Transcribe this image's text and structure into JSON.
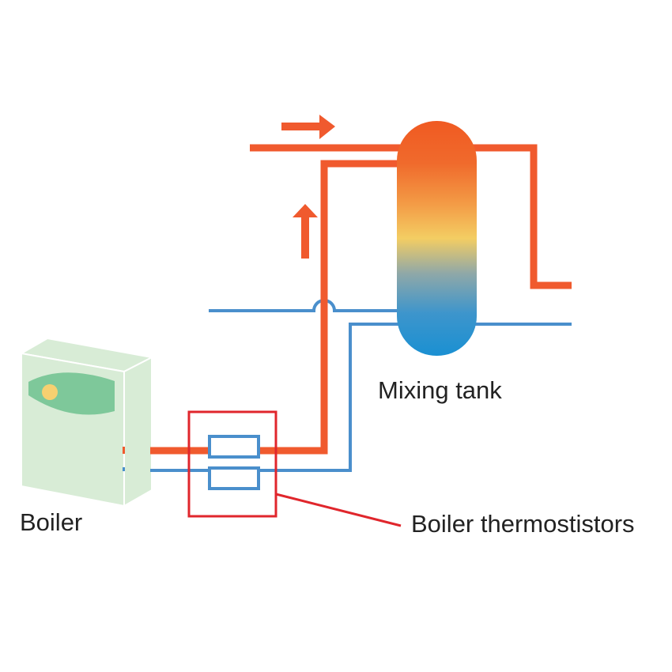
{
  "labels": {
    "boiler": "Boiler",
    "mixing_tank": "Mixing tank",
    "thermistors": "Boiler thermostistors"
  },
  "colors": {
    "hot_pipe": "#f05a2e",
    "cold_pipe": "#4a8fcc",
    "thermistor_box": "#e0262c",
    "boiler_body": "#d8ecd6",
    "boiler_panel": "#7ec89a",
    "boiler_light": "#f7d070",
    "tank_top": "#f05a22",
    "tank_mid": "#f3cd63",
    "tank_bottom": "#1a90d2"
  },
  "icons": [
    "flow-arrow-right-icon",
    "flow-arrow-up-icon"
  ]
}
